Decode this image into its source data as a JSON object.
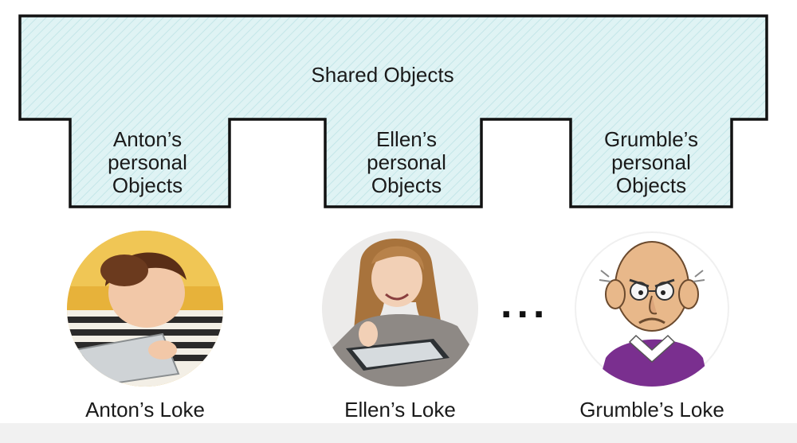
{
  "diagram": {
    "shared_label": "Shared Objects",
    "boxes": [
      {
        "label": "Anton’s\npersonal\nObjects"
      },
      {
        "label": "Ellen’s\npersonal\nObjects"
      },
      {
        "label": "Grumble’s\npersonal\nObjects"
      }
    ],
    "users": [
      {
        "label": "Anton’s Loke",
        "avatar": "child-with-tablet-photo"
      },
      {
        "label": "Ellen’s Loke",
        "avatar": "woman-with-tablet-photo"
      },
      {
        "label": "Grumble’s Loke",
        "avatar": "grumpy-old-man-cartoon"
      }
    ],
    "ellipsis": "...",
    "colors": {
      "fill": "#dff3f4",
      "hatch": "#c4e6e8",
      "stroke": "#111111"
    }
  }
}
